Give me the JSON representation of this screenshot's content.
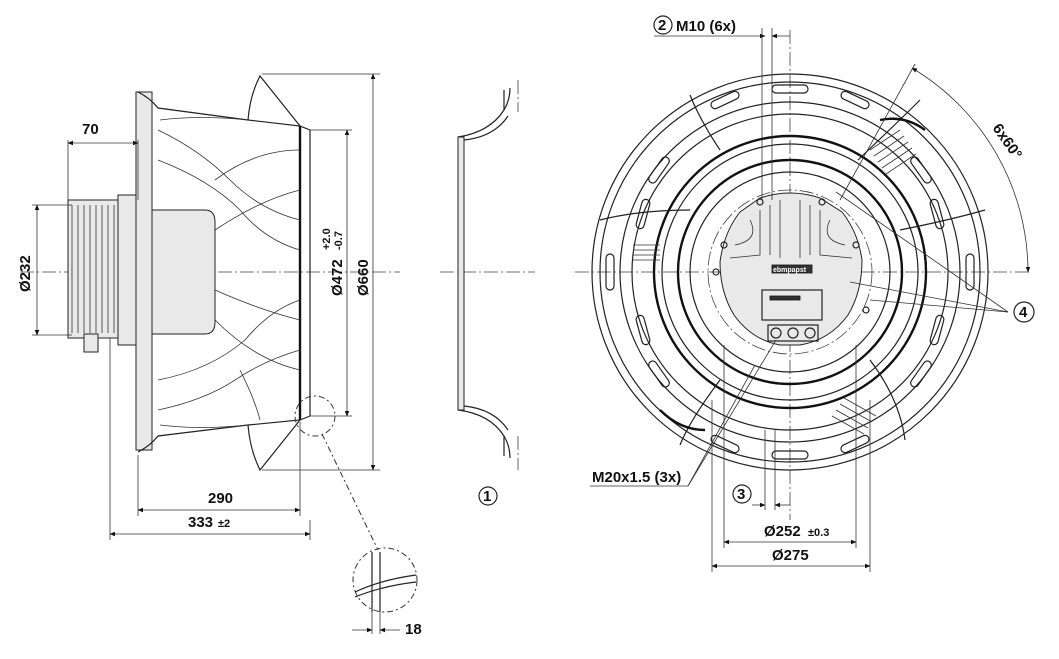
{
  "dimensions": {
    "width_70": "70",
    "dia_232": "Ø232",
    "dia_472": "Ø472",
    "dia_472_tol_upper": "+2.0",
    "dia_472_tol_lower": "-0.7",
    "dia_660": "Ø660",
    "len_290": "290",
    "len_333": "333",
    "len_333_tol": "±2",
    "detail_18": "18",
    "dia_252": "Ø252",
    "dia_252_tol": "±0.3",
    "dia_275": "Ø275",
    "angle": "6x60°"
  },
  "callouts": {
    "item1": "1",
    "item2": "2",
    "item2_text": "M10 (6x)",
    "item3": "3",
    "item4": "4",
    "cable_gland": "M20x1.5 (3x)"
  },
  "logo": {
    "text": "ebmpapst"
  }
}
